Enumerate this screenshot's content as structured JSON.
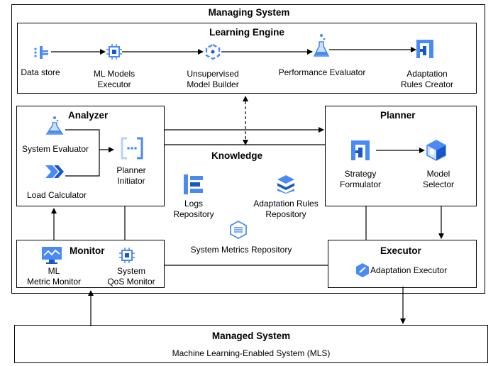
{
  "diagram": {
    "managing_system": "Managing System",
    "learning_engine": {
      "title": "Learning Engine",
      "data_store": "Data store",
      "ml_models_executor": [
        "ML Models",
        "Executor"
      ],
      "unsupervised_builder": [
        "Unsupervised",
        "Model Builder"
      ],
      "performance_evaluator": "Performance Evaluator",
      "adaptation_rules_creator": [
        "Adaptation",
        "Rules Creator"
      ]
    },
    "analyzer": {
      "title": "Analyzer",
      "system_evaluator": "System Evaluator",
      "load_calculator": "Load Calculator",
      "planner_initiator": [
        "Planner",
        "Initiator"
      ]
    },
    "planner": {
      "title": "Planner",
      "strategy_formulator": [
        "Strategy",
        "Formulator"
      ],
      "model_selector": [
        "Model",
        "Selector"
      ]
    },
    "knowledge": {
      "title": "Knowledge",
      "logs_repository": [
        "Logs",
        "Repository"
      ],
      "adaptation_rules_repository": [
        "Adaptation Rules",
        "Repository"
      ],
      "system_metrics_repository": "System Metrics Repository"
    },
    "monitor": {
      "title": "Monitor",
      "ml_metric_monitor": [
        "ML",
        "Metric Monitor"
      ],
      "system_qos_monitor": [
        "System",
        "QoS Monitor"
      ]
    },
    "executor": {
      "title": "Executor",
      "adaptation_executor": "Adaptation Executor"
    },
    "managed_system": {
      "title": "Managed System",
      "subtitle": "Machine Learning-Enabled System (MLS)"
    }
  },
  "icon_colors": {
    "primary": "#4a8af4",
    "dark": "#1a56c8"
  }
}
